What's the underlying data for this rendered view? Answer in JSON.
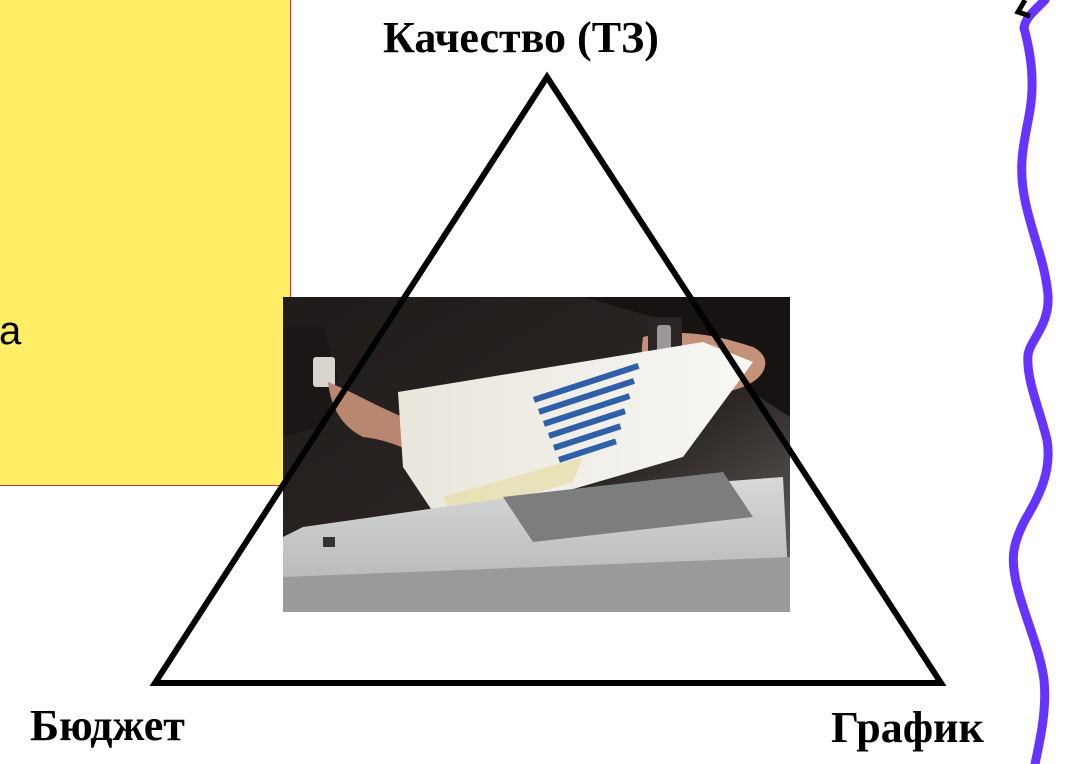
{
  "slide": {
    "yellow_box_text": "а",
    "triangle": {
      "top_label": "Качество (ТЗ)",
      "left_label": "Бюджет",
      "right_label": "График"
    }
  },
  "colors": {
    "yellow_fill": "#ffee66",
    "yellow_border": "#c0392b",
    "wavy_line": "#6633ff",
    "triangle_stroke": "#000000"
  },
  "photo": {
    "subject": "hand-holding-chart-printout-icon"
  }
}
